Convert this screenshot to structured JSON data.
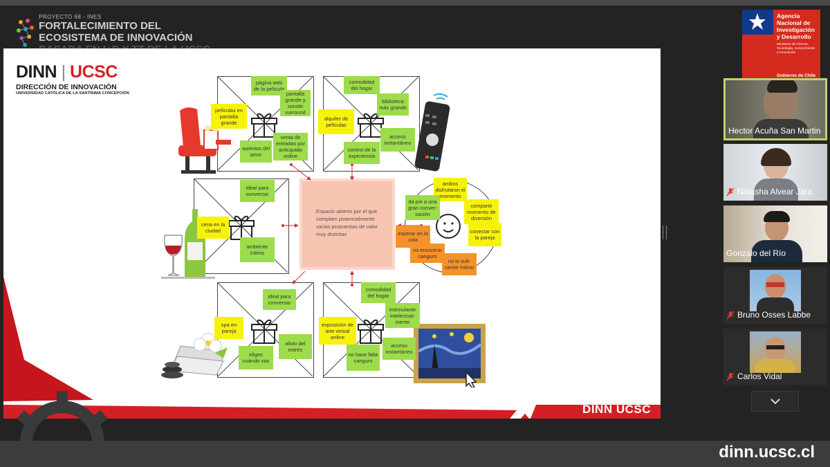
{
  "header": {
    "project_small": "PROYECTO 68 - INES",
    "project_line1": "FORTALECIMIENTO DEL",
    "project_line2": "ECOSISTEMA DE INNOVACIÓN",
    "project_line3": "BASADA EN I+D Y TT DE LA UCSC"
  },
  "slide": {
    "logo_dinn": "DINN",
    "logo_ucsc": "UCSC",
    "logo_sub": "DIRECCIÓN DE INNOVACIÓN",
    "logo_univ": "UNIVERSIDAD CATÓLICA DE LA SANTÍSIMA CONCEPCIÓN",
    "footer": "DINN UCSC",
    "center_text": "Espacio abierto por el que compiten potencialmente varias propuestas de valor muy distintas",
    "notes": {
      "q1": [
        "página web de la película",
        "pantalla grande y sonido surround",
        "películas en pantalla grande",
        "venta de entradas por anticipado online",
        "asientos del amor"
      ],
      "q2": [
        "comodidad del hogar",
        "biblioteca más grande",
        "alquiler de películas",
        "acceso instantáneo",
        "control de la experiencia"
      ],
      "q3": [
        "ideal para conversar",
        "cena en la ciudad",
        "ambiente íntimo"
      ],
      "q4": [
        "ambos disfrutaron el momento",
        "da pie a una gran conver-sación",
        "compartir momento de diversión",
        "conectar con la pareja",
        "esperar en la cola",
        "no encontrar canguro",
        "no lo sufi-ciente íntimo"
      ],
      "q5": [
        "ideal para conversar",
        "spa en pareja",
        "alivio del estrés",
        "eliges cuándo vas"
      ],
      "q6": [
        "comodidad del hogar",
        "estimulante intelectual-mente",
        "exposición de arte virtual online",
        "acceso instantáneo",
        "no hace falta canguro"
      ]
    }
  },
  "sponsor": {
    "line1": "Agencia",
    "line2": "Nacional de",
    "line3": "Investigación",
    "line4": "y Desarrollo",
    "sub1": "Ministerio de Ciencia,",
    "sub2": "Tecnología, Conocimiento",
    "sub3": "e Innovación",
    "gov": "Gobierno de Chile"
  },
  "participants": [
    {
      "name": "Hector Acuña San Martin"
    },
    {
      "name": "Natasha Alvear Jara"
    },
    {
      "name": "Gonzalo del Río"
    },
    {
      "name": "Bruno Osses Labbe"
    },
    {
      "name": "Carlos Vidal"
    }
  ],
  "footer_url": "dinn.ucsc.cl",
  "colors": {
    "note_green": "#9ddc4a",
    "note_yellow": "#f7f20a",
    "note_orange": "#f5922a",
    "brand_red": "#d51f26"
  }
}
